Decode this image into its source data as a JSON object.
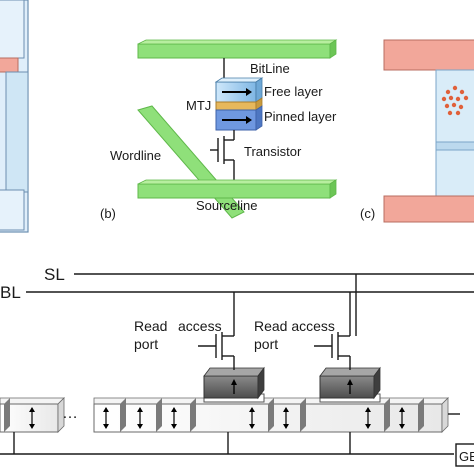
{
  "labels": {
    "bitline": "BitLine",
    "free_layer": "Free layer",
    "mtj": "MTJ",
    "pinned_layer": "Pinned layer",
    "wordline": "Wordline",
    "transistor": "Transistor",
    "sourceline": "Sourceline",
    "panel_b": "(b)",
    "panel_c": "(c)",
    "sl": "SL",
    "bl": "BL",
    "read_access_port_1a": "Read",
    "read_access_port_1b": "access",
    "read_access_port_1c": "port",
    "read_access_port_2a": "Read access",
    "read_access_port_2c": "port",
    "ellipsis": "…",
    "gb_partial": "GE"
  },
  "colors": {
    "line_green": "#8fe07a",
    "line_green_edge": "#5fb84a",
    "mtj_blue": "#a9d3f0",
    "mtj_gold": "#e7b85c",
    "salmon": "#f2a79a",
    "pale_blue": "#cfe6f5",
    "ink": "#1a1a1a"
  }
}
